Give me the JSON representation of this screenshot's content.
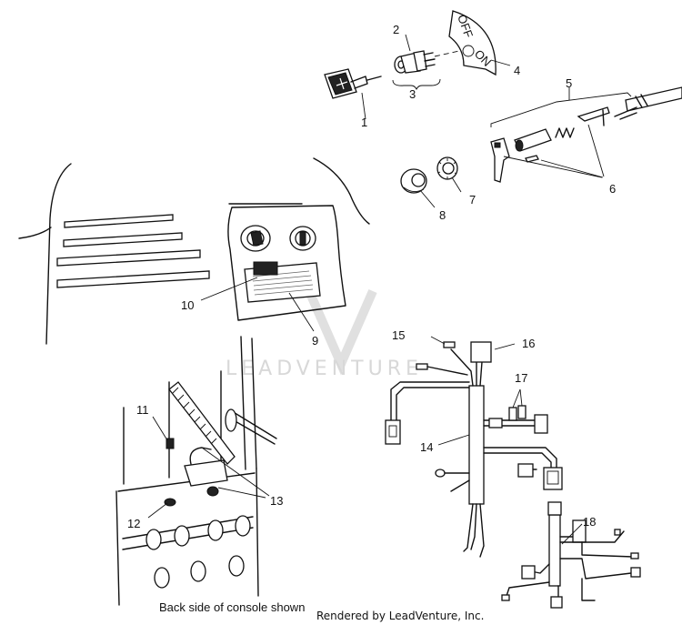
{
  "switch_plate": {
    "off_text": "OFF",
    "on_text": "ON"
  },
  "watermark": "LEADVENTURE",
  "callouts": [
    "1",
    "2",
    "3",
    "4",
    "5",
    "6",
    "7",
    "8",
    "9",
    "10",
    "11",
    "12",
    "13",
    "14",
    "15",
    "16",
    "17",
    "18"
  ],
  "caption": "Back side of console shown",
  "credit": "Rendered by LeadVenture, Inc."
}
